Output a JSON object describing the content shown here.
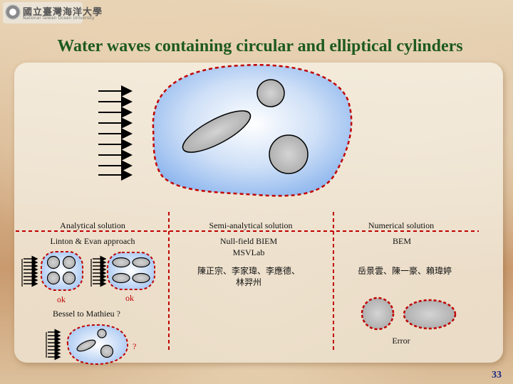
{
  "logo": {
    "name": "國立臺灣海洋大學",
    "subtitle": "National Taiwan Ocean University"
  },
  "title": "Water waves containing circular and elliptical cylinders",
  "columns": {
    "analytical": {
      "header": "Analytical solution",
      "method": "Linton & Evan approach",
      "ok_left": "ok",
      "ok_right": "ok",
      "question": "Bessel to Mathieu ?",
      "question_mark": "?"
    },
    "semi": {
      "header": "Semi-analytical solution",
      "method": "Null-field BIEM",
      "lab": "MSVLab",
      "authors_line1": "陳正宗、李家瑋、李應德、",
      "authors_line2": "林羿州"
    },
    "numerical": {
      "header": "Numerical solution",
      "method": "BEM",
      "authors": "岳景雲、陳一豪、賴瑋婷",
      "error": "Error"
    }
  },
  "page_number": "33",
  "colors": {
    "title": "#1e5a1e",
    "dashed_boundary": "#c00000",
    "domain_fill": "#9fc4f2",
    "obstacle": "#b9b9b9",
    "page_number": "#1a2a8a"
  }
}
